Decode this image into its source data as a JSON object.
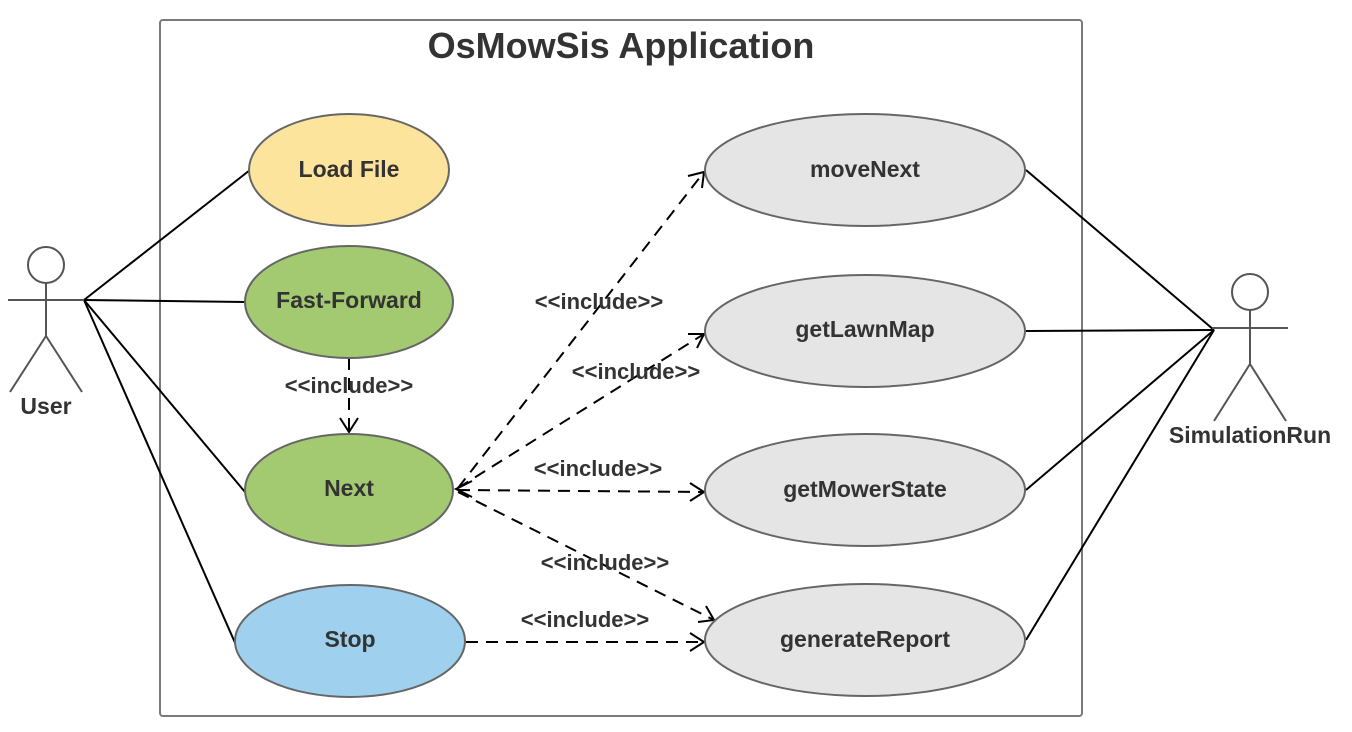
{
  "title": "OsMowSis Application",
  "actors": [
    {
      "id": "user",
      "name": "User"
    },
    {
      "id": "simulationrun",
      "name": "SimulationRun"
    }
  ],
  "use_cases": [
    {
      "id": "loadfile",
      "label": "Load File",
      "color": "#fce49c"
    },
    {
      "id": "fastforward",
      "label": "Fast-Forward",
      "color": "#a3c971"
    },
    {
      "id": "next",
      "label": "Next",
      "color": "#a3c971"
    },
    {
      "id": "stop",
      "label": "Stop",
      "color": "#9fd1ef"
    },
    {
      "id": "movenext",
      "label": "moveNext",
      "color": "#e5e5e5"
    },
    {
      "id": "getlawnmap",
      "label": "getLawnMap",
      "color": "#e5e5e5"
    },
    {
      "id": "getmowerstate",
      "label": "getMowerState",
      "color": "#e5e5e5"
    },
    {
      "id": "generatereport",
      "label": "generateReport",
      "color": "#e5e5e5"
    }
  ],
  "associations": [
    {
      "from": "user",
      "to": "loadfile"
    },
    {
      "from": "user",
      "to": "fastforward"
    },
    {
      "from": "user",
      "to": "next"
    },
    {
      "from": "user",
      "to": "stop"
    },
    {
      "from": "simulationrun",
      "to": "movenext"
    },
    {
      "from": "simulationrun",
      "to": "getlawnmap"
    },
    {
      "from": "simulationrun",
      "to": "getmowerstate"
    },
    {
      "from": "simulationrun",
      "to": "generatereport"
    }
  ],
  "includes": [
    {
      "from": "fastforward",
      "to": "next",
      "label": "<<include>>"
    },
    {
      "from": "next",
      "to": "movenext",
      "label": "<<include>>"
    },
    {
      "from": "next",
      "to": "getlawnmap",
      "label": "<<include>>"
    },
    {
      "from": "next",
      "to": "getmowerstate",
      "label": "<<include>>"
    },
    {
      "from": "next",
      "to": "generatereport",
      "label": "<<include>>"
    },
    {
      "from": "stop",
      "to": "generatereport",
      "label": "<<include>>"
    }
  ],
  "colors": {
    "line": "#000000",
    "boundary": "#7a7a7a",
    "text": "#333333"
  }
}
